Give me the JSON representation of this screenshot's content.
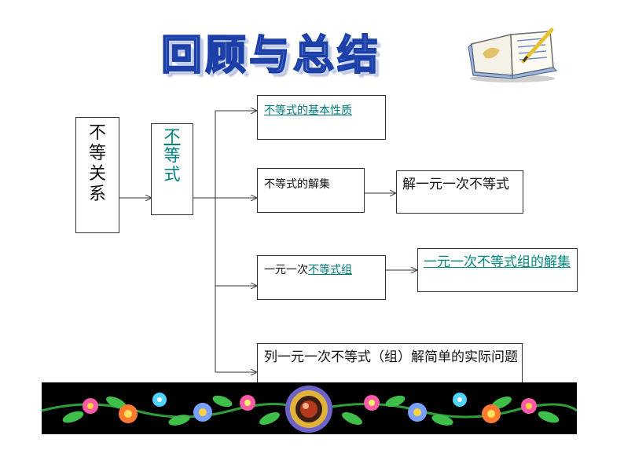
{
  "title": "回顾与总结",
  "root": {
    "label": "不等关系"
  },
  "branch": {
    "label": "不等式"
  },
  "nodes": {
    "basic_properties": "不等式的基本性质",
    "solution_set": "不等式的解集",
    "solve_linear": "解一元一次不等式",
    "system_prefix": "一元一次",
    "system_link": "不等式组",
    "system_solution": "一元一次不等式组的解集",
    "applications": "列一元一次不等式（组）解简单的实际问题"
  },
  "icons": [
    "book-icon",
    "flower-border-banner"
  ],
  "colors": {
    "link": "#007a7a",
    "title_fill": "#a9c6ee",
    "title_stroke": "#1d3fa8"
  }
}
